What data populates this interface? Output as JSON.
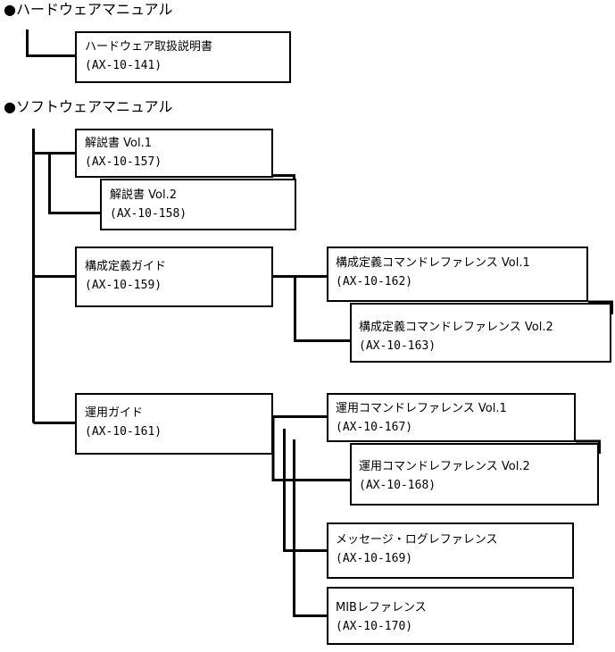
{
  "document": {
    "type": "manual-hierarchy-diagram",
    "background_color": "#ffffff",
    "line_color": "#000000",
    "text_color": "#000000"
  },
  "sections": [
    {
      "id": "hardware",
      "bullet": "●",
      "heading": "ハードウェアマニュアル"
    },
    {
      "id": "software",
      "bullet": "●",
      "heading": "ソフトウェアマニュアル"
    }
  ],
  "nodes": [
    {
      "id": "hw-manual",
      "title": "ハードウェア取扱説明書",
      "code": "(AX-10-141)",
      "section": "hardware"
    },
    {
      "id": "guide-vol1",
      "title": "解説書 Vol.1",
      "code": "(AX-10-157)",
      "section": "software"
    },
    {
      "id": "guide-vol2",
      "title": "解説書 Vol.2",
      "code": "(AX-10-158)",
      "section": "software"
    },
    {
      "id": "config-guide",
      "title": "構成定義ガイド",
      "code": "(AX-10-159)",
      "section": "software"
    },
    {
      "id": "config-cmd-vol1",
      "title": "構成定義コマンドレファレンス Vol.1",
      "code": "(AX-10-162)",
      "section": "software"
    },
    {
      "id": "config-cmd-vol2",
      "title": "構成定義コマンドレファレンス Vol.2",
      "code": "(AX-10-163)",
      "section": "software"
    },
    {
      "id": "ops-guide",
      "title": "運用ガイド",
      "code": "(AX-10-161)",
      "section": "software"
    },
    {
      "id": "ops-cmd-vol1",
      "title": "運用コマンドレファレンス Vol.1",
      "code": "(AX-10-167)",
      "section": "software"
    },
    {
      "id": "ops-cmd-vol2",
      "title": "運用コマンドレファレンス Vol.2",
      "code": "(AX-10-168)",
      "section": "software"
    },
    {
      "id": "msg-log-ref",
      "title": "メッセージ・ログレファレンス",
      "code": "(AX-10-169)",
      "section": "software"
    },
    {
      "id": "mib-ref",
      "title": "MIBレファレンス",
      "code": "(AX-10-170)",
      "section": "software"
    }
  ]
}
